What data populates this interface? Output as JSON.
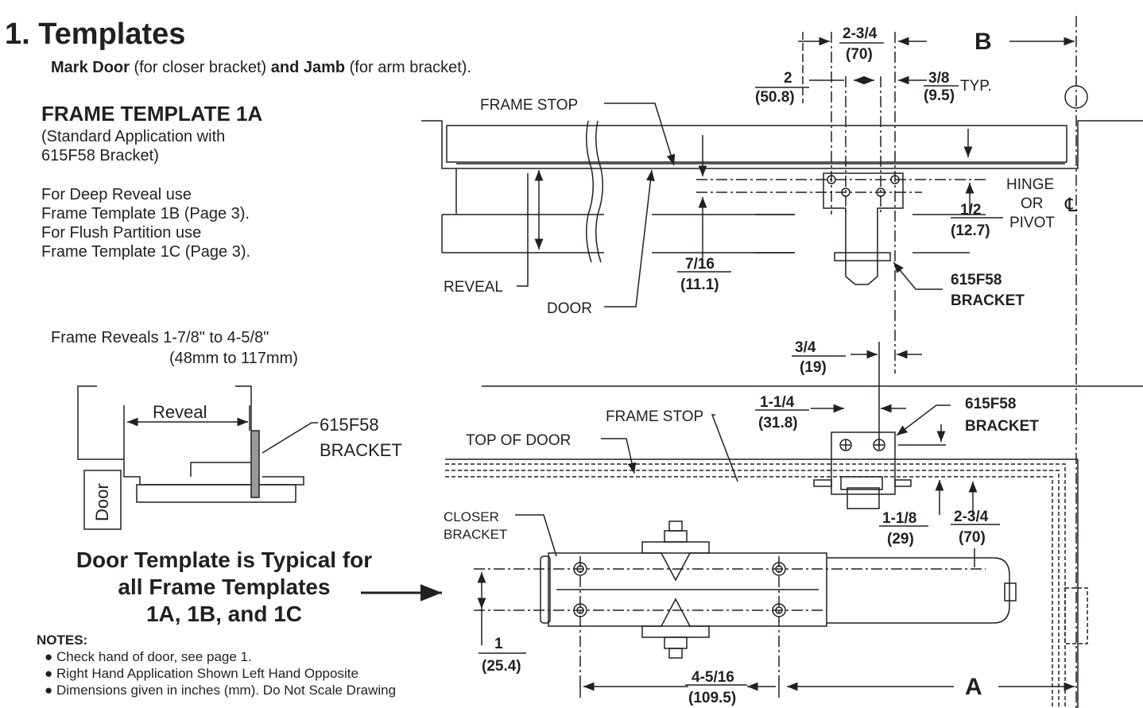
{
  "heading": "1. Templates",
  "subtitle": {
    "mark_door": "Mark Door",
    "mark_door_rest": " (for closer bracket) ",
    "and_jamb": "and Jamb",
    "and_jamb_rest": "  (for arm bracket)."
  },
  "frame_template": {
    "title": "FRAME TEMPLATE 1A",
    "desc_line1": "(Standard Application with",
    "desc_line2": "615F58 Bracket)",
    "deep_line1": "For Deep Reveal use",
    "deep_line2": "Frame Template 1B (Page 3).",
    "flush_line1": "For Flush Partition use",
    "flush_line2": "Frame Template 1C (Page 3)."
  },
  "reveals": {
    "line1": "Frame Reveals 1-7/8\" to 4-5/8\"",
    "line2": "(48mm to 117mm)"
  },
  "small_diagram": {
    "reveal": "Reveal",
    "door": "Door",
    "bracket_line1": "615F58",
    "bracket_line2": "BRACKET"
  },
  "door_template": {
    "line1": "Door Template is Typical for",
    "line2": "all Frame Templates",
    "line3": "1A, 1B, and 1C"
  },
  "notes": {
    "title": "NOTES:",
    "items": [
      "Check hand of door, see page 1.",
      "Right Hand Application Shown Left Hand Opposite",
      "Dimensions given in inches (mm). Do Not Scale Drawing"
    ]
  },
  "top_diagram": {
    "frame_stop": "FRAME STOP",
    "reveal": "REVEAL",
    "door": "DOOR",
    "hinge1": "HINGE",
    "hinge2": "OR",
    "hinge3": "PIVOT",
    "centerline": "℄",
    "bracket1": "615F58",
    "bracket2": "BRACKET",
    "typ": "TYP.",
    "B": "B",
    "d_2_3_4": "2-3/4",
    "d_70": "(70)",
    "d_2": "2",
    "d_50_8": "(50.8)",
    "d_3_8": "3/8",
    "d_9_5": "(9.5)",
    "d_1_2": "1/2",
    "d_12_7": "(12.7)",
    "d_7_16": "7/16",
    "d_11_1": "(11.1)"
  },
  "bottom_diagram": {
    "d_3_4": "3/4",
    "d_19": "(19)",
    "d_1_1_4": "1-1/4",
    "d_31_8": "(31.8)",
    "bracket1": "615F58",
    "bracket2": "BRACKET",
    "frame_stop": "FRAME STOP",
    "top_of_door": "TOP OF DOOR",
    "closer1": "CLOSER",
    "closer2": "BRACKET",
    "d_1_1_8": "1-1/8",
    "d_29": "(29)",
    "d_2_3_4": "2-3/4",
    "d_70": "(70)",
    "d_1": "1",
    "d_25_4": "(25.4)",
    "d_4_5_16": "4-5/16",
    "d_109_5": "(109.5)",
    "A": "A"
  }
}
